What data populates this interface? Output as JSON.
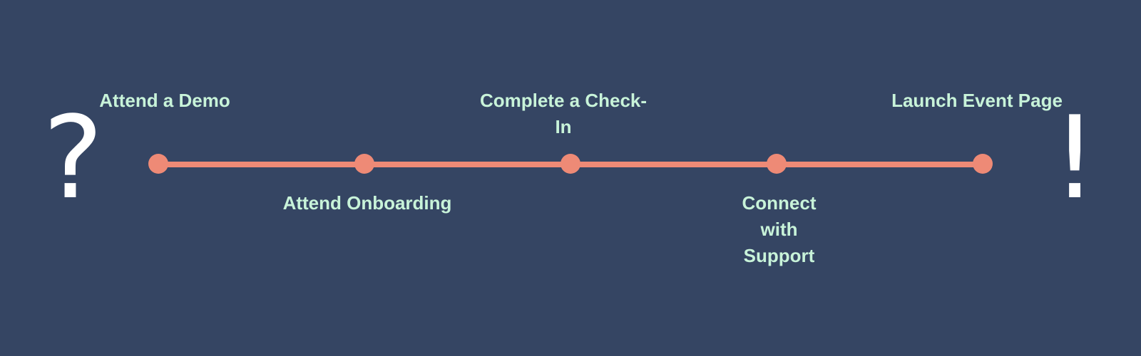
{
  "colors": {
    "background": "#354563",
    "track": "#ee8a76",
    "label": "#c8f3d9",
    "symbol": "#ffffff"
  },
  "start_symbol": "?",
  "end_symbol": "!",
  "milestones": [
    {
      "label": "Attend a Demo"
    },
    {
      "label": "Attend Onboarding"
    },
    {
      "label": "Complete a Check-In"
    },
    {
      "label": "Connect with Support"
    },
    {
      "label": "Launch Event Page"
    }
  ]
}
